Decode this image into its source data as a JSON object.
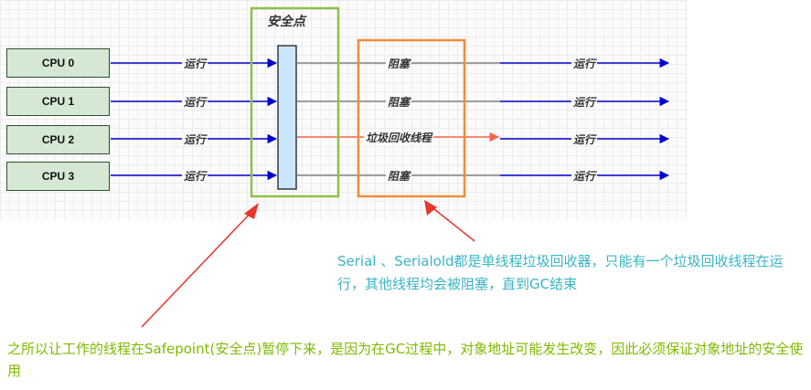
{
  "diagram": {
    "safepoint_title": "安全点",
    "cpus": [
      "CPU 0",
      "CPU 1",
      "CPU 2",
      "CPU 3"
    ],
    "row_labels": [
      {
        "left": "运行",
        "mid": "阻塞",
        "right": "运行"
      },
      {
        "left": "运行",
        "mid": "阻塞",
        "right": "运行"
      },
      {
        "left": "运行",
        "mid": "垃圾回收线程",
        "right": "运行"
      },
      {
        "left": "运行",
        "mid": "阻塞",
        "right": "运行"
      }
    ],
    "colors": {
      "run_arrow": "#0000cc",
      "blocked_line": "#808080",
      "gc_arrow": "#f4664a",
      "safepoint_box": "#8bc34a",
      "gc_box": "#f08c3a",
      "callout_arrow": "#e8352e"
    }
  },
  "notes": {
    "serial": "Serial 、Serialold都是单线程垃圾回收器，只能有一个垃圾回收线程在运行，其他线程均会被阻塞，直到GC结束",
    "safepoint": "之所以让工作的线程在Safepoint(安全点)暂停下来，是因为在GC过程中，对象地址可能发生改变，因此必须保证对象地址的安全使用"
  }
}
